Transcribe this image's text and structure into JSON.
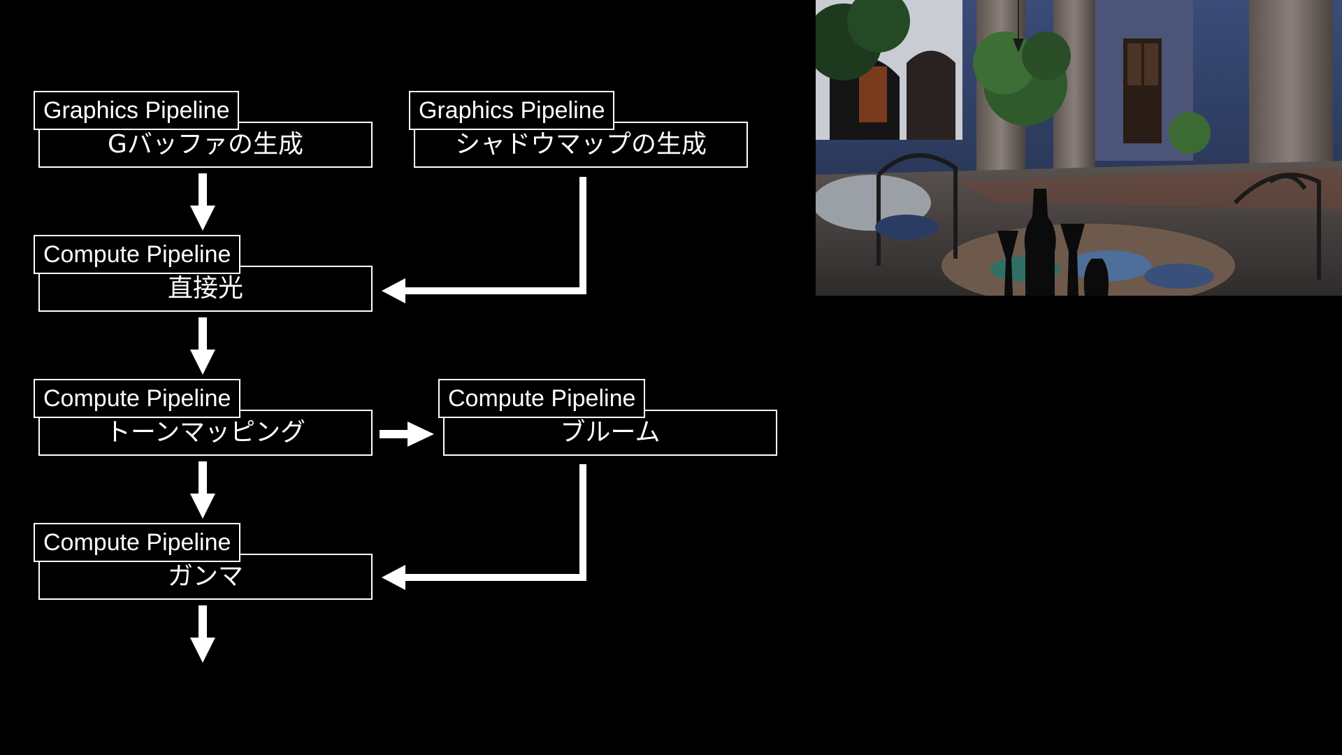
{
  "nodes": [
    {
      "pipeline": "Graphics Pipeline",
      "stage": "Gバッファの生成"
    },
    {
      "pipeline": "Graphics Pipeline",
      "stage": "シャドウマップの生成"
    },
    {
      "pipeline": "Compute Pipeline",
      "stage": "直接光"
    },
    {
      "pipeline": "Compute Pipeline",
      "stage": "トーンマッピング"
    },
    {
      "pipeline": "Compute Pipeline",
      "stage": "ブルーム"
    },
    {
      "pipeline": "Compute Pipeline",
      "stage": "ガンマ"
    }
  ],
  "colors": {
    "background": "#000000",
    "foreground": "#ffffff"
  },
  "render_view": {
    "icon": "rendered-courtyard-image"
  }
}
